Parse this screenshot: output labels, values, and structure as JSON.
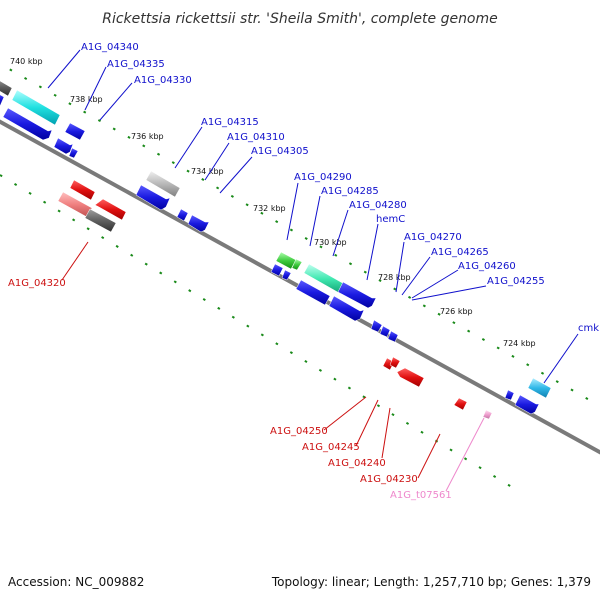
{
  "title": "Rickettsia rickettsii str. 'Sheila Smith', complete genome",
  "accession": "Accession: NC_009882",
  "summary": "Topology: linear; Length: 1,257,710 bp; Genes: 1,379",
  "kbp_ticks": [
    "740 kbp",
    "738 kbp",
    "736 kbp",
    "734 kbp",
    "732 kbp",
    "730 kbp",
    "728 kbp",
    "726 kbp",
    "724 kbp"
  ],
  "forward_labels": [
    "A1G_04340",
    "A1G_04335",
    "A1G_04330",
    "A1G_04315",
    "A1G_04310",
    "A1G_04305",
    "A1G_04290",
    "A1G_04285",
    "A1G_04280",
    "hemC",
    "A1G_04270",
    "A1G_04265",
    "A1G_04260",
    "A1G_04255",
    "cmk"
  ],
  "reverse_labels": [
    "A1G_04320",
    "A1G_04250",
    "A1G_04245",
    "A1G_04240",
    "A1G_04230",
    "A1G_t07561"
  ],
  "colors": {
    "forward_gene": "#1010d0",
    "reverse_gene": "#dd1010",
    "trna": "#ee88cc",
    "backbone": "#888888",
    "tick": "#228822"
  }
}
